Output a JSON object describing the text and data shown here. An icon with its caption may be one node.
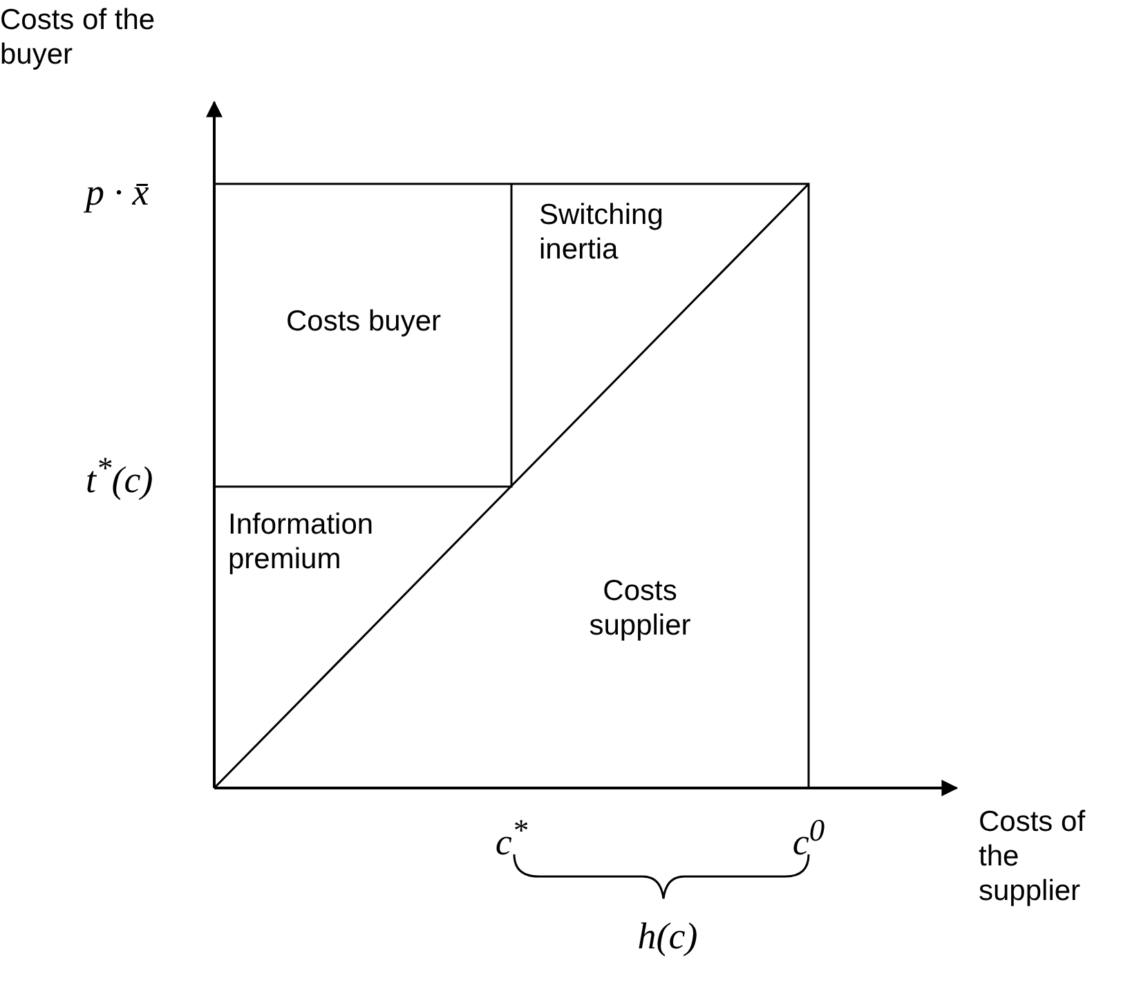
{
  "diagram": {
    "labels": [
      "Costs of the buyer",
      "p · x̄",
      "Switching inertia",
      "Costs buyer",
      "t$^{*}$(c)",
      "Information premium",
      "Costs supplier",
      "c$^{*}$",
      "c$^{0}$",
      "Costs of the supplier",
      "h(c)"
    ]
  }
}
